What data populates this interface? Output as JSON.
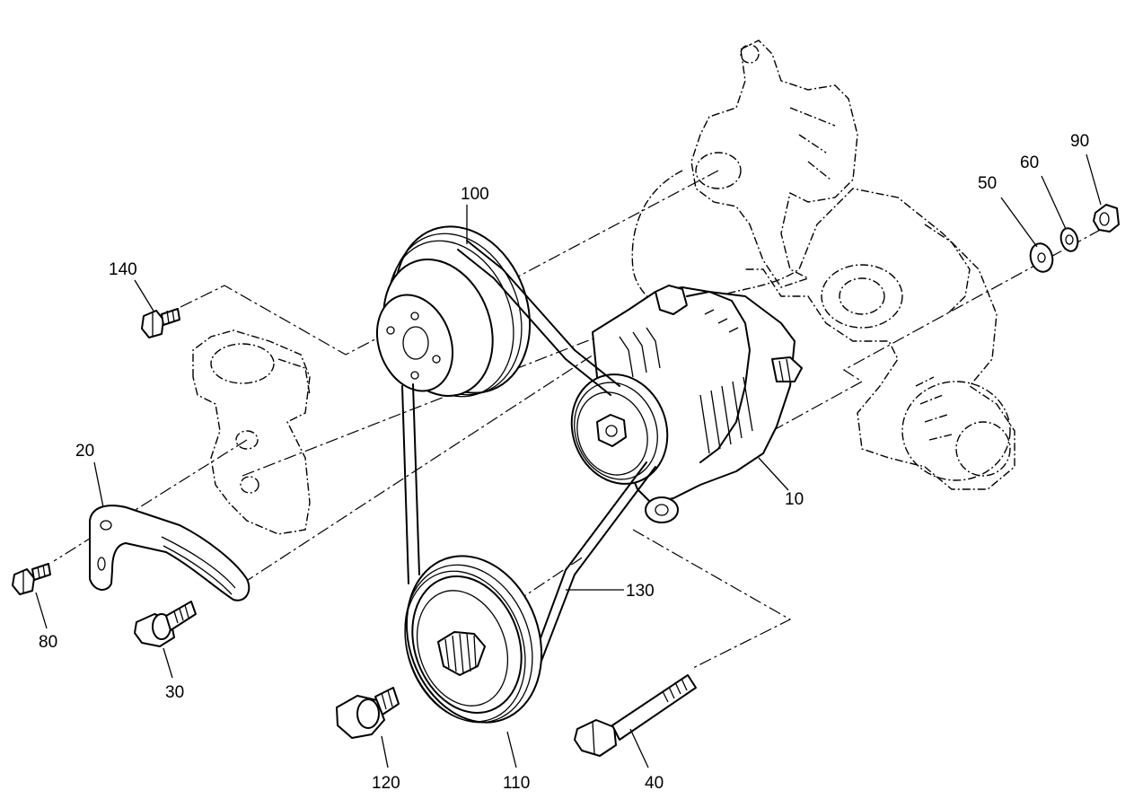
{
  "callouts": {
    "c10": "10",
    "c20": "20",
    "c30": "30",
    "c40": "40",
    "c50": "50",
    "c60": "60",
    "c80": "80",
    "c90": "90",
    "c100": "100",
    "c110": "110",
    "c120": "120",
    "c130": "130",
    "c140": "140"
  }
}
